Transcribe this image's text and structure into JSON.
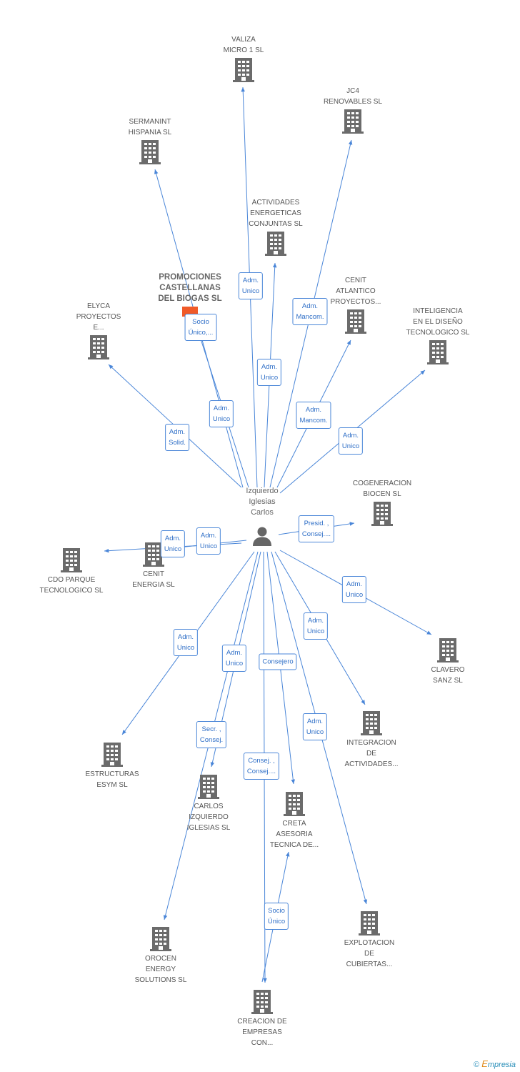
{
  "center": {
    "name": "Izquierdo\nIglesias\nCarlos",
    "icon": "person-icon"
  },
  "companies": [
    {
      "id": "valiza",
      "label": "VALIZA\nMICRO 1 SL"
    },
    {
      "id": "jc4",
      "label": "JC4\nRENOVABLES SL"
    },
    {
      "id": "sermanint",
      "label": "SERMANINT\nHISPANIA SL"
    },
    {
      "id": "actividades",
      "label": "ACTIVIDADES\nENERGETICAS\nCONJUNTAS SL"
    },
    {
      "id": "promociones",
      "label": "PROMOCIONES\nCASTELLANAS\nDEL BIOGAS SL",
      "highlight": true
    },
    {
      "id": "cenit_atl",
      "label": "CENIT\nATLANTICO\nPROYECTOS..."
    },
    {
      "id": "elyca",
      "label": "ELYCA\nPROYECTOS\nE..."
    },
    {
      "id": "inteligencia",
      "label": "INTELIGENCIA\nEN EL DISEÑO\nTECNOLOGICO SL"
    },
    {
      "id": "cogeneracion",
      "label": "COGENERACION\nBIOCEN SL"
    },
    {
      "id": "cdo",
      "label": "CDO PARQUE\nTECNOLOGICO SL"
    },
    {
      "id": "cenit_en",
      "label": "CENIT\nENERGIA SL"
    },
    {
      "id": "clavero",
      "label": "CLAVERO\nSANZ SL"
    },
    {
      "id": "integracion",
      "label": "INTEGRACION\nDE\nACTIVIDADES..."
    },
    {
      "id": "estructuras",
      "label": "ESTRUCTURAS\nESYM SL"
    },
    {
      "id": "carlos",
      "label": "CARLOS\nIZQUIERDO\nIGLESIAS SL"
    },
    {
      "id": "creta",
      "label": "CRETA\nASESORIA\nTECNICA DE..."
    },
    {
      "id": "orocen",
      "label": "OROCEN\nENERGY\nSOLUTIONS SL"
    },
    {
      "id": "explotacion",
      "label": "EXPLOTACION\nDE\nCUBIERTAS..."
    },
    {
      "id": "creacion",
      "label": "CREACION DE\nEMPRESAS\nCON..."
    }
  ],
  "relations": [
    {
      "to": "valiza",
      "label": "Adm.\nUnico"
    },
    {
      "to": "actividades",
      "label": "Adm.\nUnico"
    },
    {
      "to": "jc4",
      "label": "Adm.\nMancom."
    },
    {
      "to": "promociones",
      "label": "Socio\nÚnico,..."
    },
    {
      "to": "sermanint",
      "label": "Adm.\nUnico"
    },
    {
      "to": "cenit_atl",
      "label": "Adm.\nMancom."
    },
    {
      "to": "elyca",
      "label": "Adm.\nSolid."
    },
    {
      "to": "inteligencia",
      "label": "Adm.\nUnico"
    },
    {
      "to": "cogeneracion",
      "label": "Presid. ,\nConsej...."
    },
    {
      "to": "cdo",
      "label": "Adm.\nUnico"
    },
    {
      "to": "cenit_en",
      "label": "Adm.\nUnico"
    },
    {
      "to": "clavero",
      "label": "Adm.\nUnico"
    },
    {
      "to": "integracion",
      "label": "Adm.\nUnico"
    },
    {
      "to": "estructuras",
      "label": "Adm.\nUnico"
    },
    {
      "to": "orocen",
      "label": "Adm.\nUnico"
    },
    {
      "to": "creacion",
      "label": "Consejero"
    },
    {
      "to": "carlos",
      "label": "Secr. ,\nConsej."
    },
    {
      "to": "creta",
      "label": "Consej. ,\nConsej...."
    },
    {
      "to": "explotacion",
      "label": "Adm.\nUnico"
    },
    {
      "from": "creacion",
      "to": "creta",
      "label": "Socio\nÚnico"
    }
  ],
  "colors": {
    "edge": "#4a86d8",
    "building": "#6b6b6b",
    "highlight_icon": "#f05a28"
  },
  "footer": {
    "copyright": "©",
    "brand_e": "E",
    "brand_rest": "mpresia"
  }
}
